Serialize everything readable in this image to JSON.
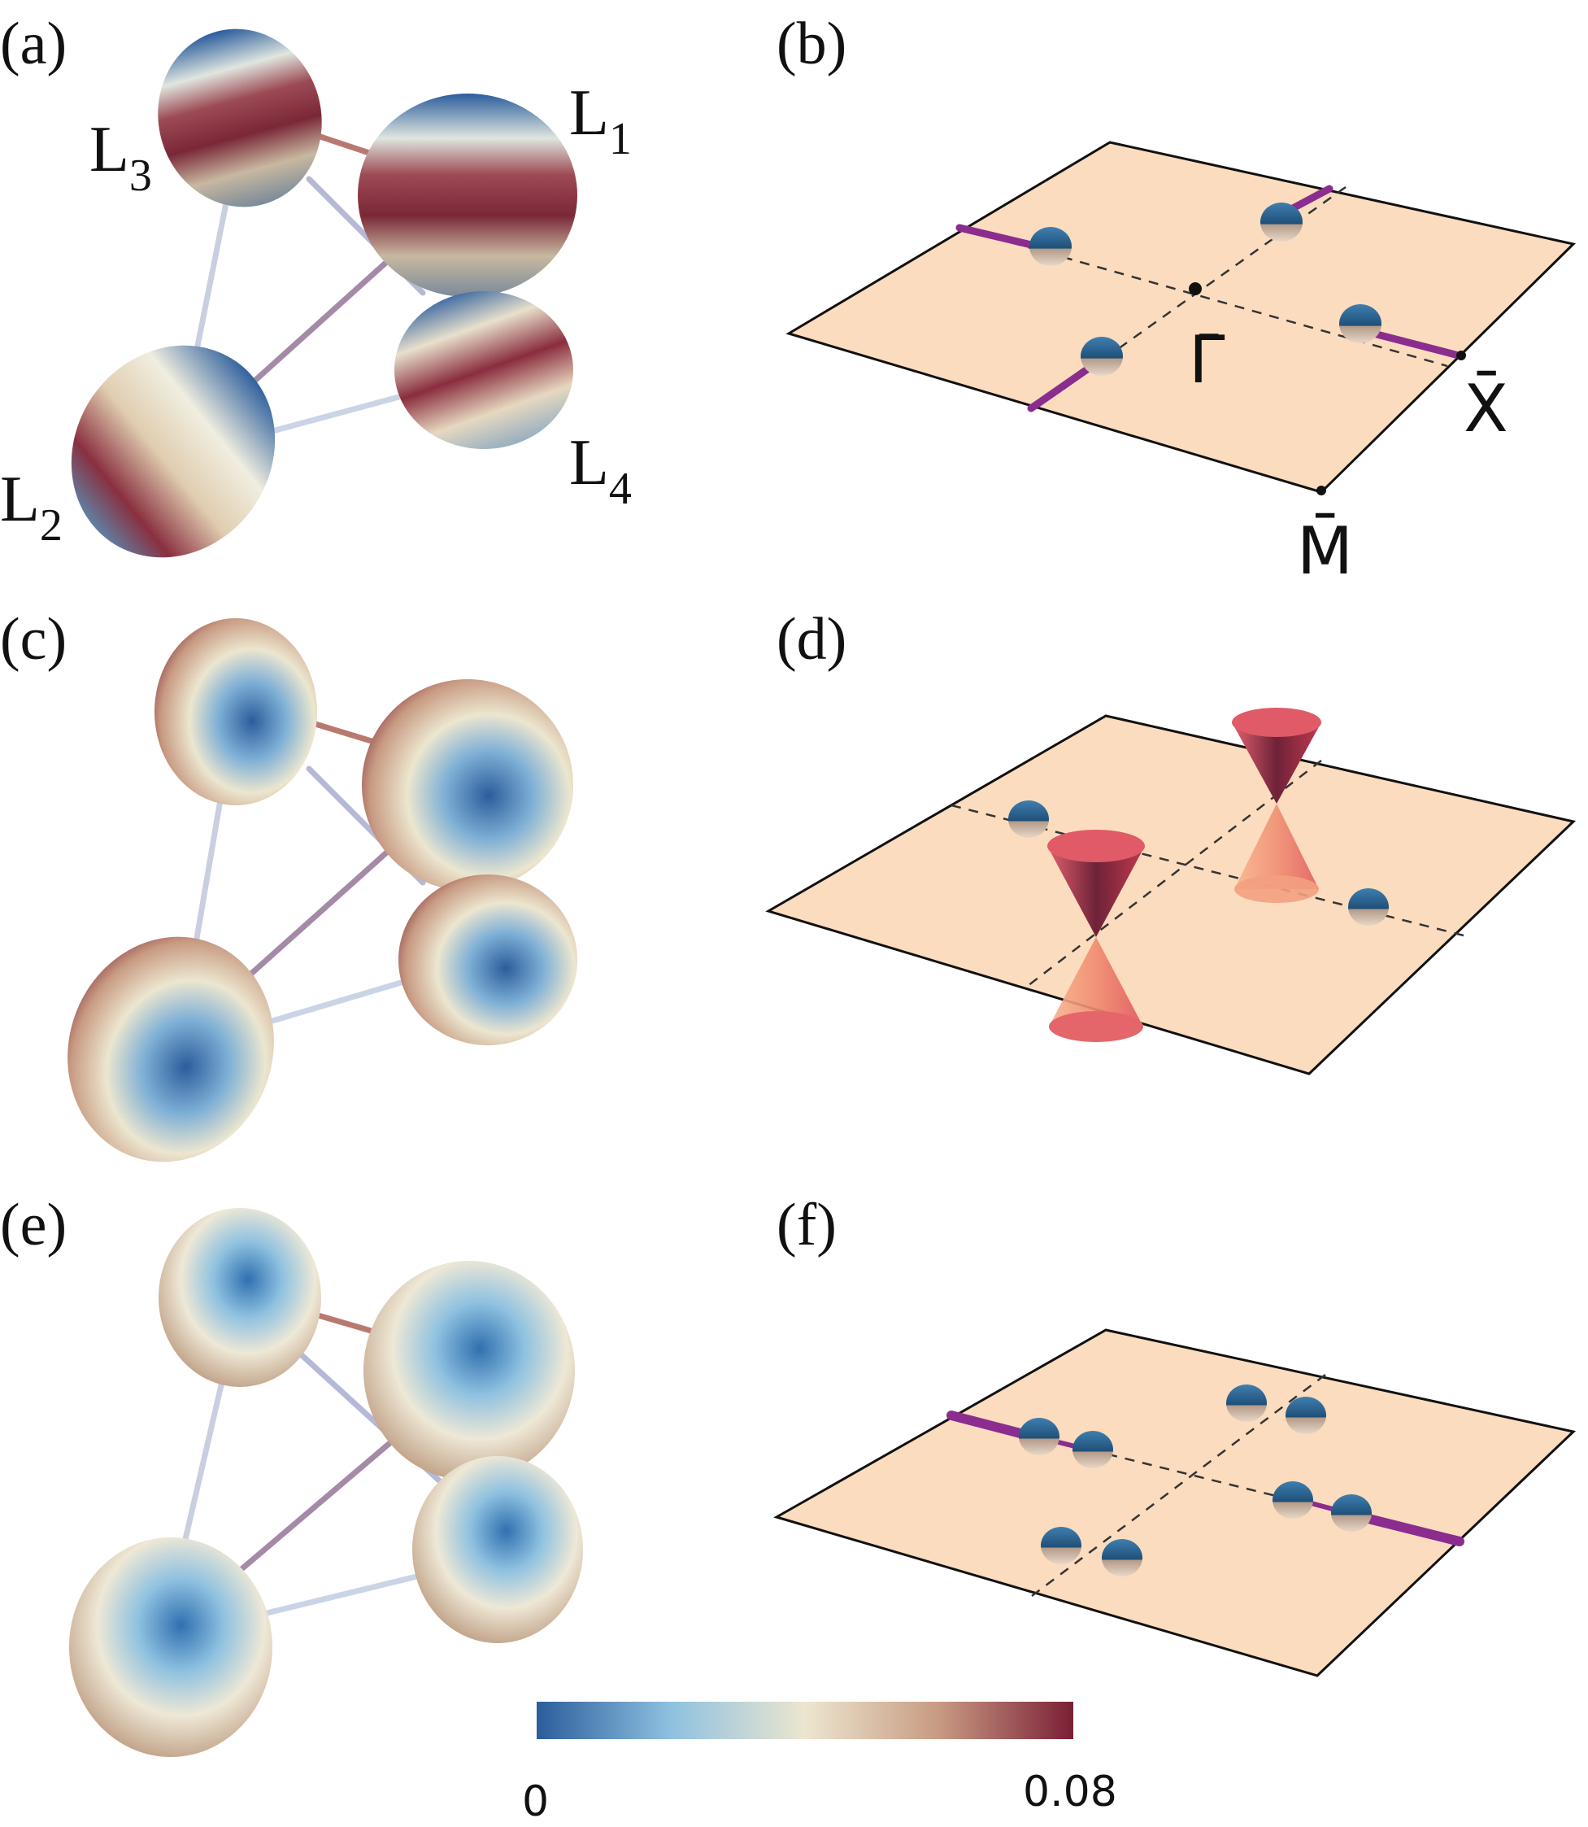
{
  "panels": {
    "a": "(a)",
    "b": "(b)",
    "c": "(c)",
    "d": "(d)",
    "e": "(e)",
    "f": "(f)"
  },
  "valleys": {
    "l1": "L",
    "l1_sub": "1",
    "l2": "L",
    "l2_sub": "2",
    "l3": "L",
    "l3_sub": "3",
    "l4": "L",
    "l4_sub": "4"
  },
  "kpoints": {
    "gamma": "Γ̄",
    "x": "X̄",
    "m": "M̄"
  },
  "colorbar": {
    "min_label": "0",
    "max_label": "0.08",
    "colors": [
      "#2b5d9c",
      "#8ec1e0",
      "#ece6cf",
      "#c89a82",
      "#7a1f36"
    ]
  },
  "colors": {
    "plane": "#fcdcbf",
    "line": "#8a2d8f",
    "pocket": "#2f6f9e",
    "cone": "#d9505e"
  }
}
